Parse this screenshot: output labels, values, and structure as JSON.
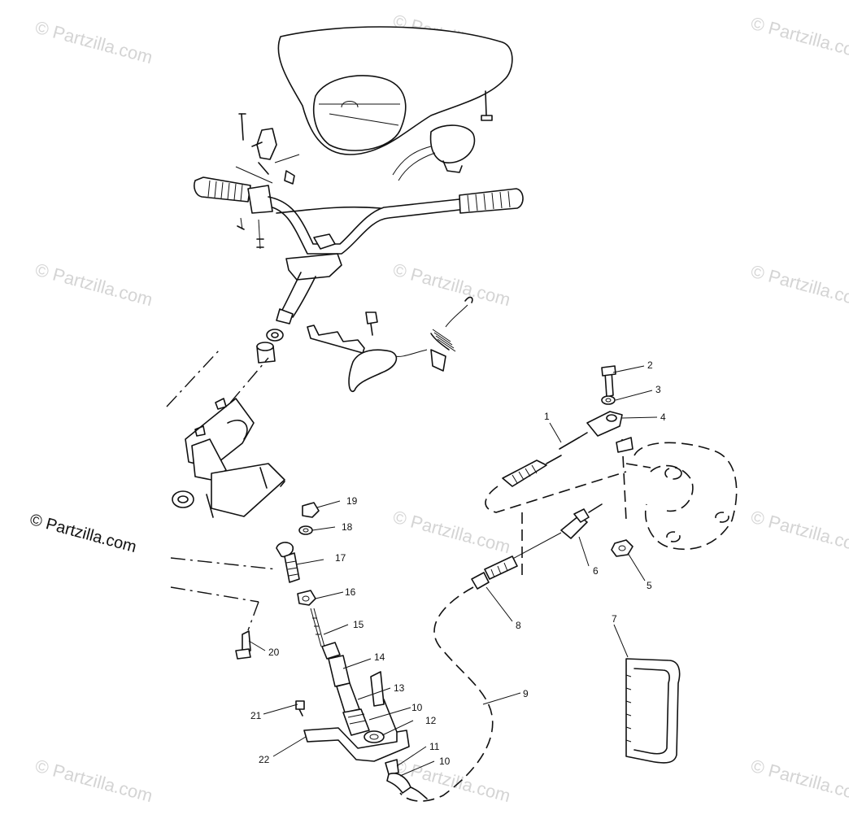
{
  "watermark_text": "© Partzilla.com",
  "credit_text": "© Partzilla.com",
  "callouts": [
    "1",
    "2",
    "3",
    "4",
    "5",
    "6",
    "7",
    "8",
    "9",
    "10",
    "11",
    "12",
    "13",
    "14",
    "15",
    "16",
    "17",
    "18",
    "19",
    "20",
    "21",
    "22",
    "10"
  ],
  "colors": {
    "ink": "#111111",
    "watermark": "#d4d4d4",
    "background": "#ffffff"
  }
}
